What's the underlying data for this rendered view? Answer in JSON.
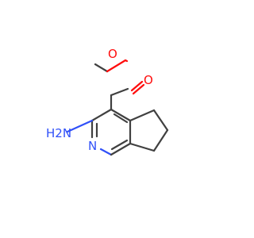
{
  "molecule": {
    "atom_labels": {
      "carbonyl_oxygen": "O",
      "ester_oxygen": "O",
      "amino_group": "H2N",
      "ring_nitrogen": "N"
    }
  },
  "colors": {
    "bond": "#404040",
    "oxygen": "#ff0d0d",
    "nitrogen": "#3050f8",
    "background": "#ffffff"
  }
}
